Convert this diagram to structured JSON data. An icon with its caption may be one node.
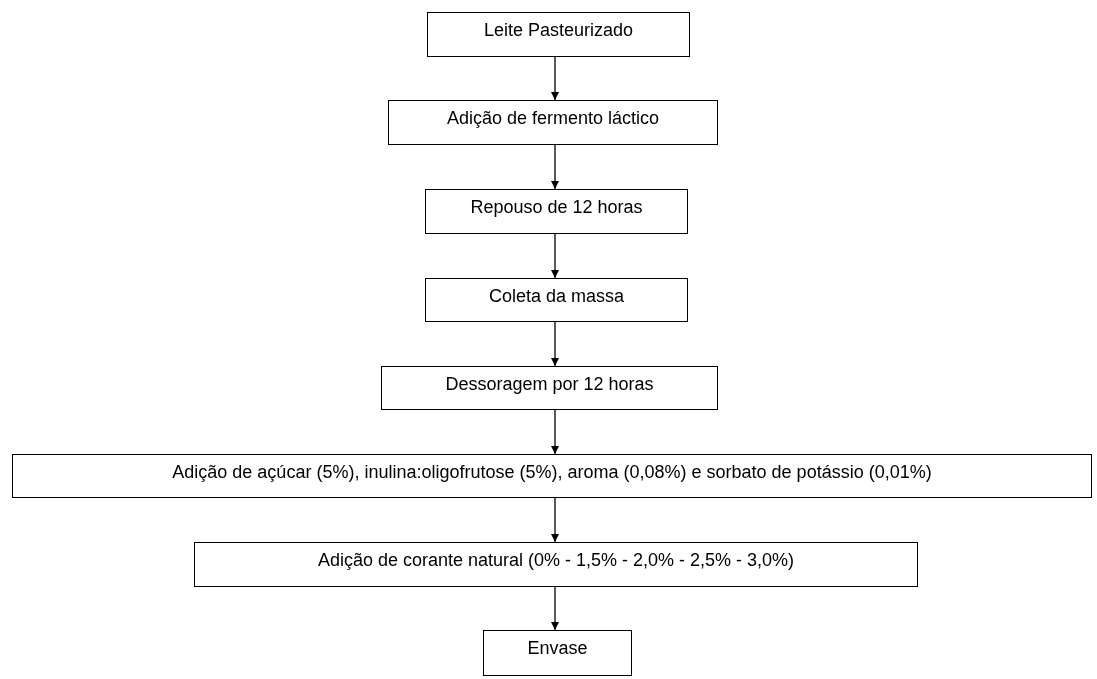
{
  "diagram": {
    "nodes": [
      {
        "text": [
          "Leite Pasteurizado"
        ]
      },
      {
        "text": [
          "Adição de fermento láctico"
        ]
      },
      {
        "text": [
          "Repouso de 12 horas"
        ]
      },
      {
        "text": [
          "Coleta da massa"
        ]
      },
      {
        "text": [
          "Dessoragem por 12 horas"
        ]
      },
      {
        "text": [
          "Adição de açúcar (5%), inulina:oligofrutose (5%), aroma (0,08%) e sorbato de potássio (0,01%)"
        ]
      },
      {
        "text": [
          "Adição de corante natural (0% - 1,5% - 2,0% - 2,5% - 3,0%)"
        ]
      },
      {
        "text": [
          "Envase"
        ]
      }
    ],
    "edges": [
      {
        "from": 0,
        "to": 1,
        "arrow": "to"
      },
      {
        "from": 1,
        "to": 2,
        "arrow": "to"
      },
      {
        "from": 2,
        "to": 3,
        "arrow": "to"
      },
      {
        "from": 3,
        "to": 4,
        "arrow": "to"
      },
      {
        "from": 4,
        "to": 5,
        "arrow": "to"
      },
      {
        "from": 5,
        "to": 6,
        "arrow": "to"
      },
      {
        "from": 6,
        "to": 7,
        "arrow": "to"
      }
    ]
  }
}
